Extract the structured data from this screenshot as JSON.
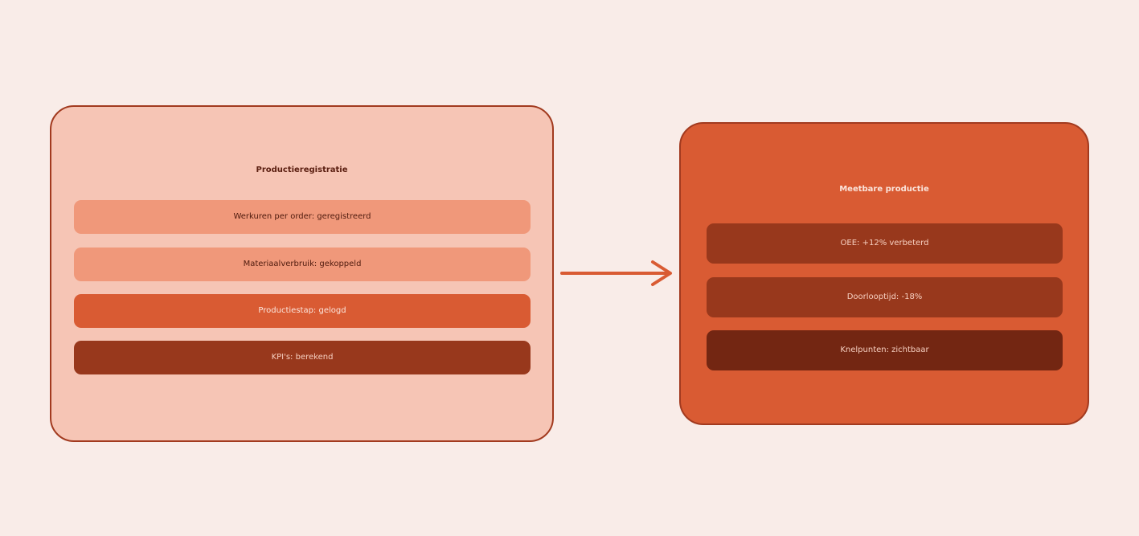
{
  "registration": {
    "title": "Productieregistratie",
    "items": [
      {
        "label": "Werkuren per order: geregistreerd",
        "bg": "#f0987a",
        "fg": "#4e1a0d"
      },
      {
        "label": "Materiaalverbruik: gekoppeld",
        "bg": "#f0987a",
        "fg": "#4e1a0d"
      },
      {
        "label": "Productiestap: gelogd",
        "bg": "#d95b33",
        "fg": "#fbe5dc"
      },
      {
        "label": "KPI's: berekend",
        "bg": "#98381c",
        "fg": "#f6cfc0"
      }
    ]
  },
  "outcome": {
    "title": "Meetbare productie",
    "items": [
      {
        "label": "OEE: +12% verbeterd",
        "bg": "#98381c",
        "fg": "#f6cfc0"
      },
      {
        "label": "Doorlooptijd: -18%",
        "bg": "#98381c",
        "fg": "#f6cfc0"
      },
      {
        "label": "Knelpunten: zichtbaar",
        "bg": "#732612",
        "fg": "#f6cfc0"
      }
    ]
  },
  "colors": {
    "background": "#f9ece8",
    "left_panel": "#f6c5b5",
    "right_panel": "#d95b33",
    "border": "#a23a1f",
    "arrow": "#d95b33"
  }
}
